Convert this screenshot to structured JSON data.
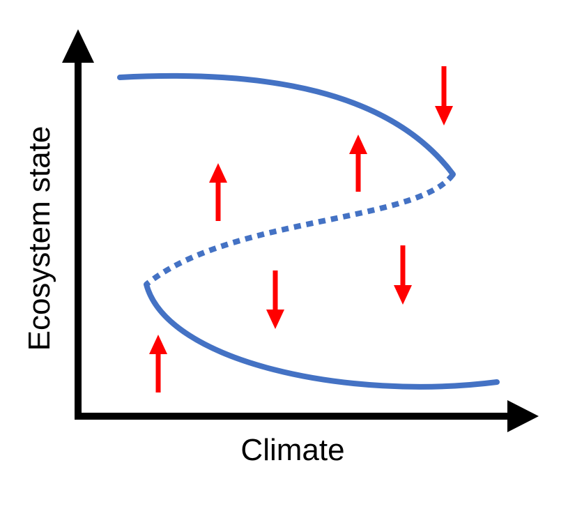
{
  "axes": {
    "x_label": "Climate",
    "y_label": "Ecosystem state"
  },
  "colors": {
    "axis": "#000000",
    "curve": "#4472C4",
    "arrow": "#FF0000"
  },
  "curve": {
    "upper_branch": "solid",
    "middle_branch": "dashed",
    "lower_branch": "solid"
  },
  "arrows": [
    {
      "direction": "down"
    },
    {
      "direction": "up"
    },
    {
      "direction": "up"
    },
    {
      "direction": "down"
    },
    {
      "direction": "down"
    },
    {
      "direction": "up"
    }
  ]
}
